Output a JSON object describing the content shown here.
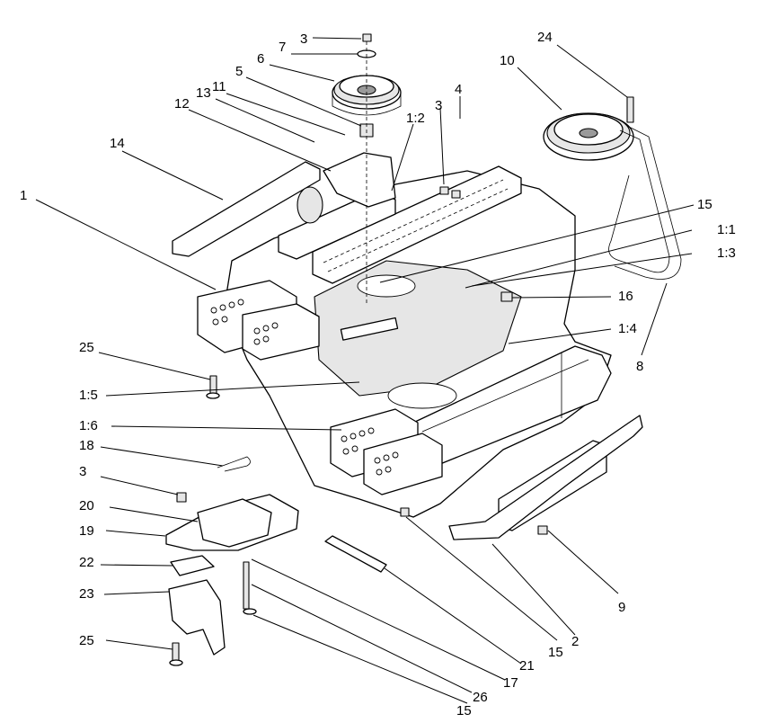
{
  "callouts": [
    {
      "id": "1",
      "text": "1"
    },
    {
      "id": "2",
      "text": "2"
    },
    {
      "id": "3a",
      "text": "3"
    },
    {
      "id": "3b",
      "text": "3"
    },
    {
      "id": "3c",
      "text": "3"
    },
    {
      "id": "4",
      "text": "4"
    },
    {
      "id": "5",
      "text": "5"
    },
    {
      "id": "6",
      "text": "6"
    },
    {
      "id": "7",
      "text": "7"
    },
    {
      "id": "8",
      "text": "8"
    },
    {
      "id": "9",
      "text": "9"
    },
    {
      "id": "10",
      "text": "10"
    },
    {
      "id": "11",
      "text": "11"
    },
    {
      "id": "12",
      "text": "12"
    },
    {
      "id": "13",
      "text": "13"
    },
    {
      "id": "14",
      "text": "14"
    },
    {
      "id": "15a",
      "text": "15"
    },
    {
      "id": "15b",
      "text": "15"
    },
    {
      "id": "15c",
      "text": "15"
    },
    {
      "id": "16",
      "text": "16"
    },
    {
      "id": "17",
      "text": "17"
    },
    {
      "id": "18",
      "text": "18"
    },
    {
      "id": "19",
      "text": "19"
    },
    {
      "id": "20",
      "text": "20"
    },
    {
      "id": "21",
      "text": "21"
    },
    {
      "id": "22",
      "text": "22"
    },
    {
      "id": "23",
      "text": "23"
    },
    {
      "id": "24",
      "text": "24"
    },
    {
      "id": "25a",
      "text": "25"
    },
    {
      "id": "25b",
      "text": "25"
    },
    {
      "id": "26",
      "text": "26"
    },
    {
      "id": "1-1",
      "text": "1:1"
    },
    {
      "id": "1-2",
      "text": "1:2"
    },
    {
      "id": "1-3",
      "text": "1:3"
    },
    {
      "id": "1-4",
      "text": "1:4"
    },
    {
      "id": "1-5",
      "text": "1:5"
    },
    {
      "id": "1-6",
      "text": "1:6"
    }
  ]
}
